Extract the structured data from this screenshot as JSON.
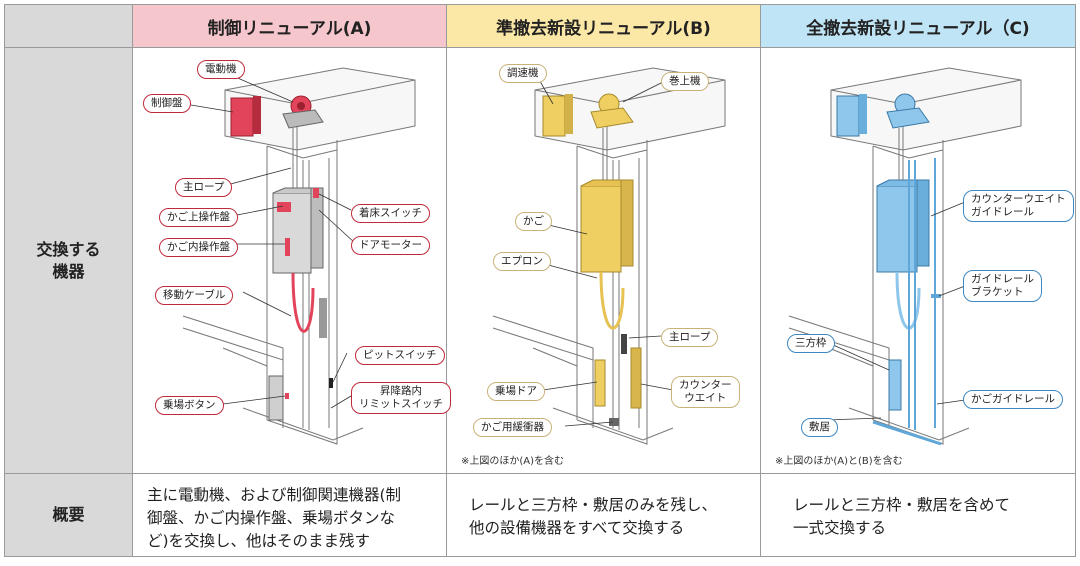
{
  "columns": [
    {
      "title": "制御リニューアル(A)",
      "bg": "#f5c6cb"
    },
    {
      "title": "準撤去新設リニューアル(B)",
      "bg": "#fbe7a6"
    },
    {
      "title": "全撤去新設リニューアル（C)",
      "bg": "#bfe4f6"
    }
  ],
  "rows": {
    "equipment": {
      "label_line1": "交換する",
      "label_line2": "機器"
    },
    "summary": {
      "label": "概要"
    }
  },
  "diagram_a": {
    "accent": "#e2455b",
    "labels": {
      "motor": "電動機",
      "control_panel": "制御盤",
      "main_rope": "主ロープ",
      "car_top_panel": "かご上操作盤",
      "car_inside_panel": "かご内操作盤",
      "travel_cable": "移動ケーブル",
      "landing_switch": "着床スイッチ",
      "door_motor": "ドアモーター",
      "pit_switch": "ピットスイッチ",
      "hall_button": "乗場ボタン",
      "limit_switch_1": "昇降路内",
      "limit_switch_2": "リミットスイッチ"
    }
  },
  "diagram_b": {
    "accent": "#f0cf62",
    "labels": {
      "governor": "調速機",
      "hoist": "巻上機",
      "car": "かご",
      "apron": "エプロン",
      "main_rope": "主ロープ",
      "hall_door": "乗場ドア",
      "counterweight_1": "カウンター",
      "counterweight_2": "ウエイト",
      "buffer": "かご用緩衝器"
    },
    "note": "※上図のほか(A)を含む"
  },
  "diagram_c": {
    "accent": "#8fc7ec",
    "labels": {
      "cw_guide_1": "カウンターウエイト",
      "cw_guide_2": "ガイドレール",
      "bracket_1": "ガイドレール",
      "bracket_2": "ブラケット",
      "frame": "三方枠",
      "car_guide": "かごガイドレール",
      "sill": "敷居"
    },
    "note": "※上図のほか(A)と(B)を含む"
  },
  "summaries": {
    "a": [
      "主に電動機、および制御関連機器(制",
      "御盤、かご内操作盤、乗場ボタンな",
      "ど)を交換し、他はそのまま残す"
    ],
    "b": [
      "レールと三方枠・敷居のみを残し、",
      "他の設備機器をすべて交換する"
    ],
    "c": [
      "レールと三方枠・敷居を含めて",
      "一式交換する"
    ]
  }
}
